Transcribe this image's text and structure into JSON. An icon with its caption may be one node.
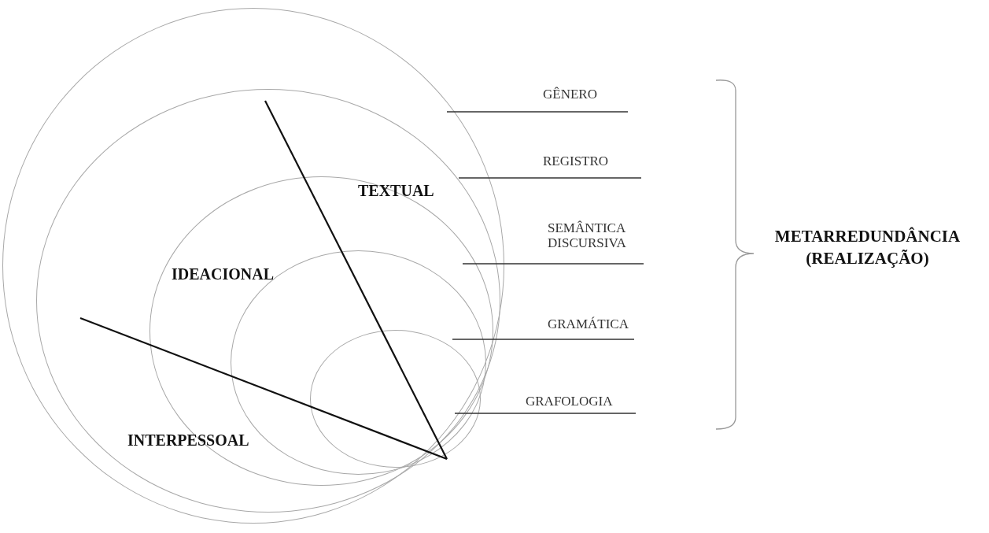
{
  "diagram": {
    "nodes": [
      {
        "text": [],
        "shape": "circle"
      },
      {
        "text": [],
        "shape": "circle",
        "in": 0
      },
      {
        "text": [],
        "shape": "circle",
        "in": 1
      },
      {
        "text": [],
        "shape": "circle",
        "in": 2
      },
      {
        "text": [],
        "shape": "circle",
        "in": 3
      },
      {
        "text": [
          "GÊNERO"
        ]
      },
      {
        "text": [
          "REGISTRO"
        ]
      },
      {
        "text": [
          "SEMÂNTICA DISCURSIVA"
        ]
      },
      {
        "text": [
          "GRAMÁTICA"
        ]
      },
      {
        "text": [
          "GRAFOLOGIA"
        ]
      }
    ],
    "edges": [
      {
        "from": 5,
        "to": 0,
        "arrow": "none"
      },
      {
        "from": 6,
        "to": 1,
        "arrow": "none"
      },
      {
        "from": 7,
        "to": 2,
        "arrow": "none"
      },
      {
        "from": 8,
        "to": 3,
        "arrow": "none"
      },
      {
        "from": 9,
        "to": 4,
        "arrow": "none"
      }
    ],
    "labels": [
      "TEXTUAL",
      "IDEACIONAL",
      "INTERPESSOAL",
      "METARREDUNDÂNCIA (REALIZAÇÃO)"
    ]
  }
}
